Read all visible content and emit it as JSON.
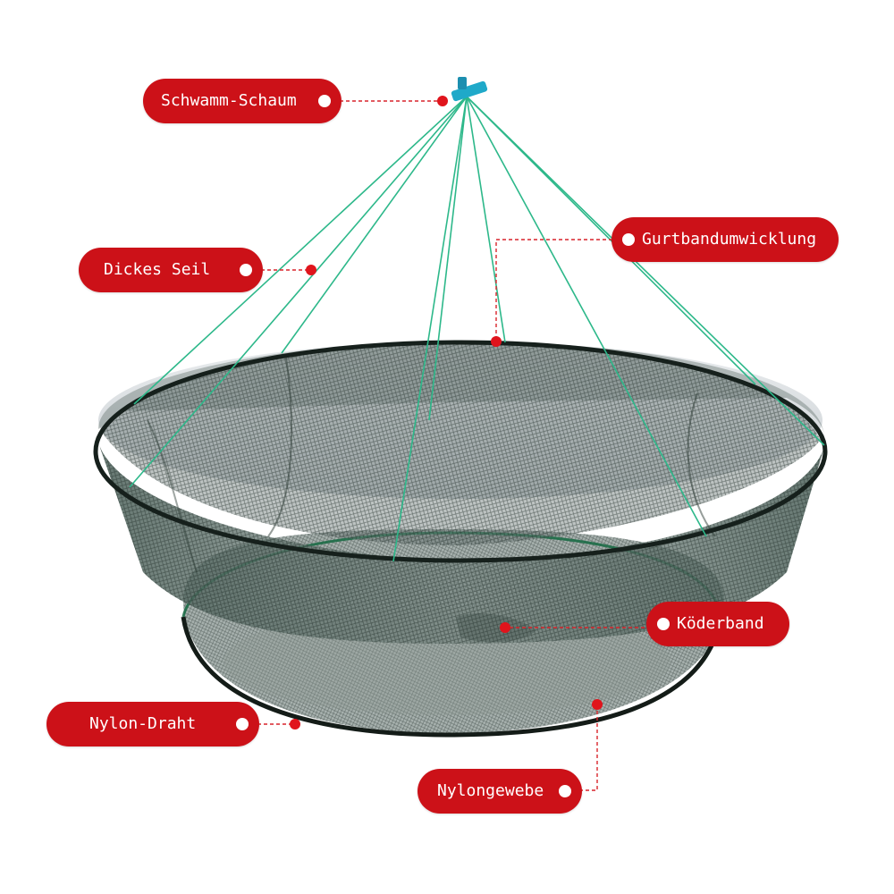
{
  "colors": {
    "label_bg": "#cc1118",
    "label_text": "#ffffff",
    "leader": "#d9242b",
    "rope": "#2db88a",
    "net": "#2a3b34",
    "rim": "#1f2a24"
  },
  "labels": {
    "schwamm_schaum": "Schwamm-Schaum",
    "dickes_seil": "Dickes Seil",
    "gurtbandumwicklung": "Gurtbandumwicklung",
    "koederband": "Köderband",
    "nylon_draht": "Nylon-Draht",
    "nylongewebe": "Nylongewebe"
  },
  "icons": {
    "float": "sponge-float-icon",
    "dot": "leader-dot-icon"
  }
}
